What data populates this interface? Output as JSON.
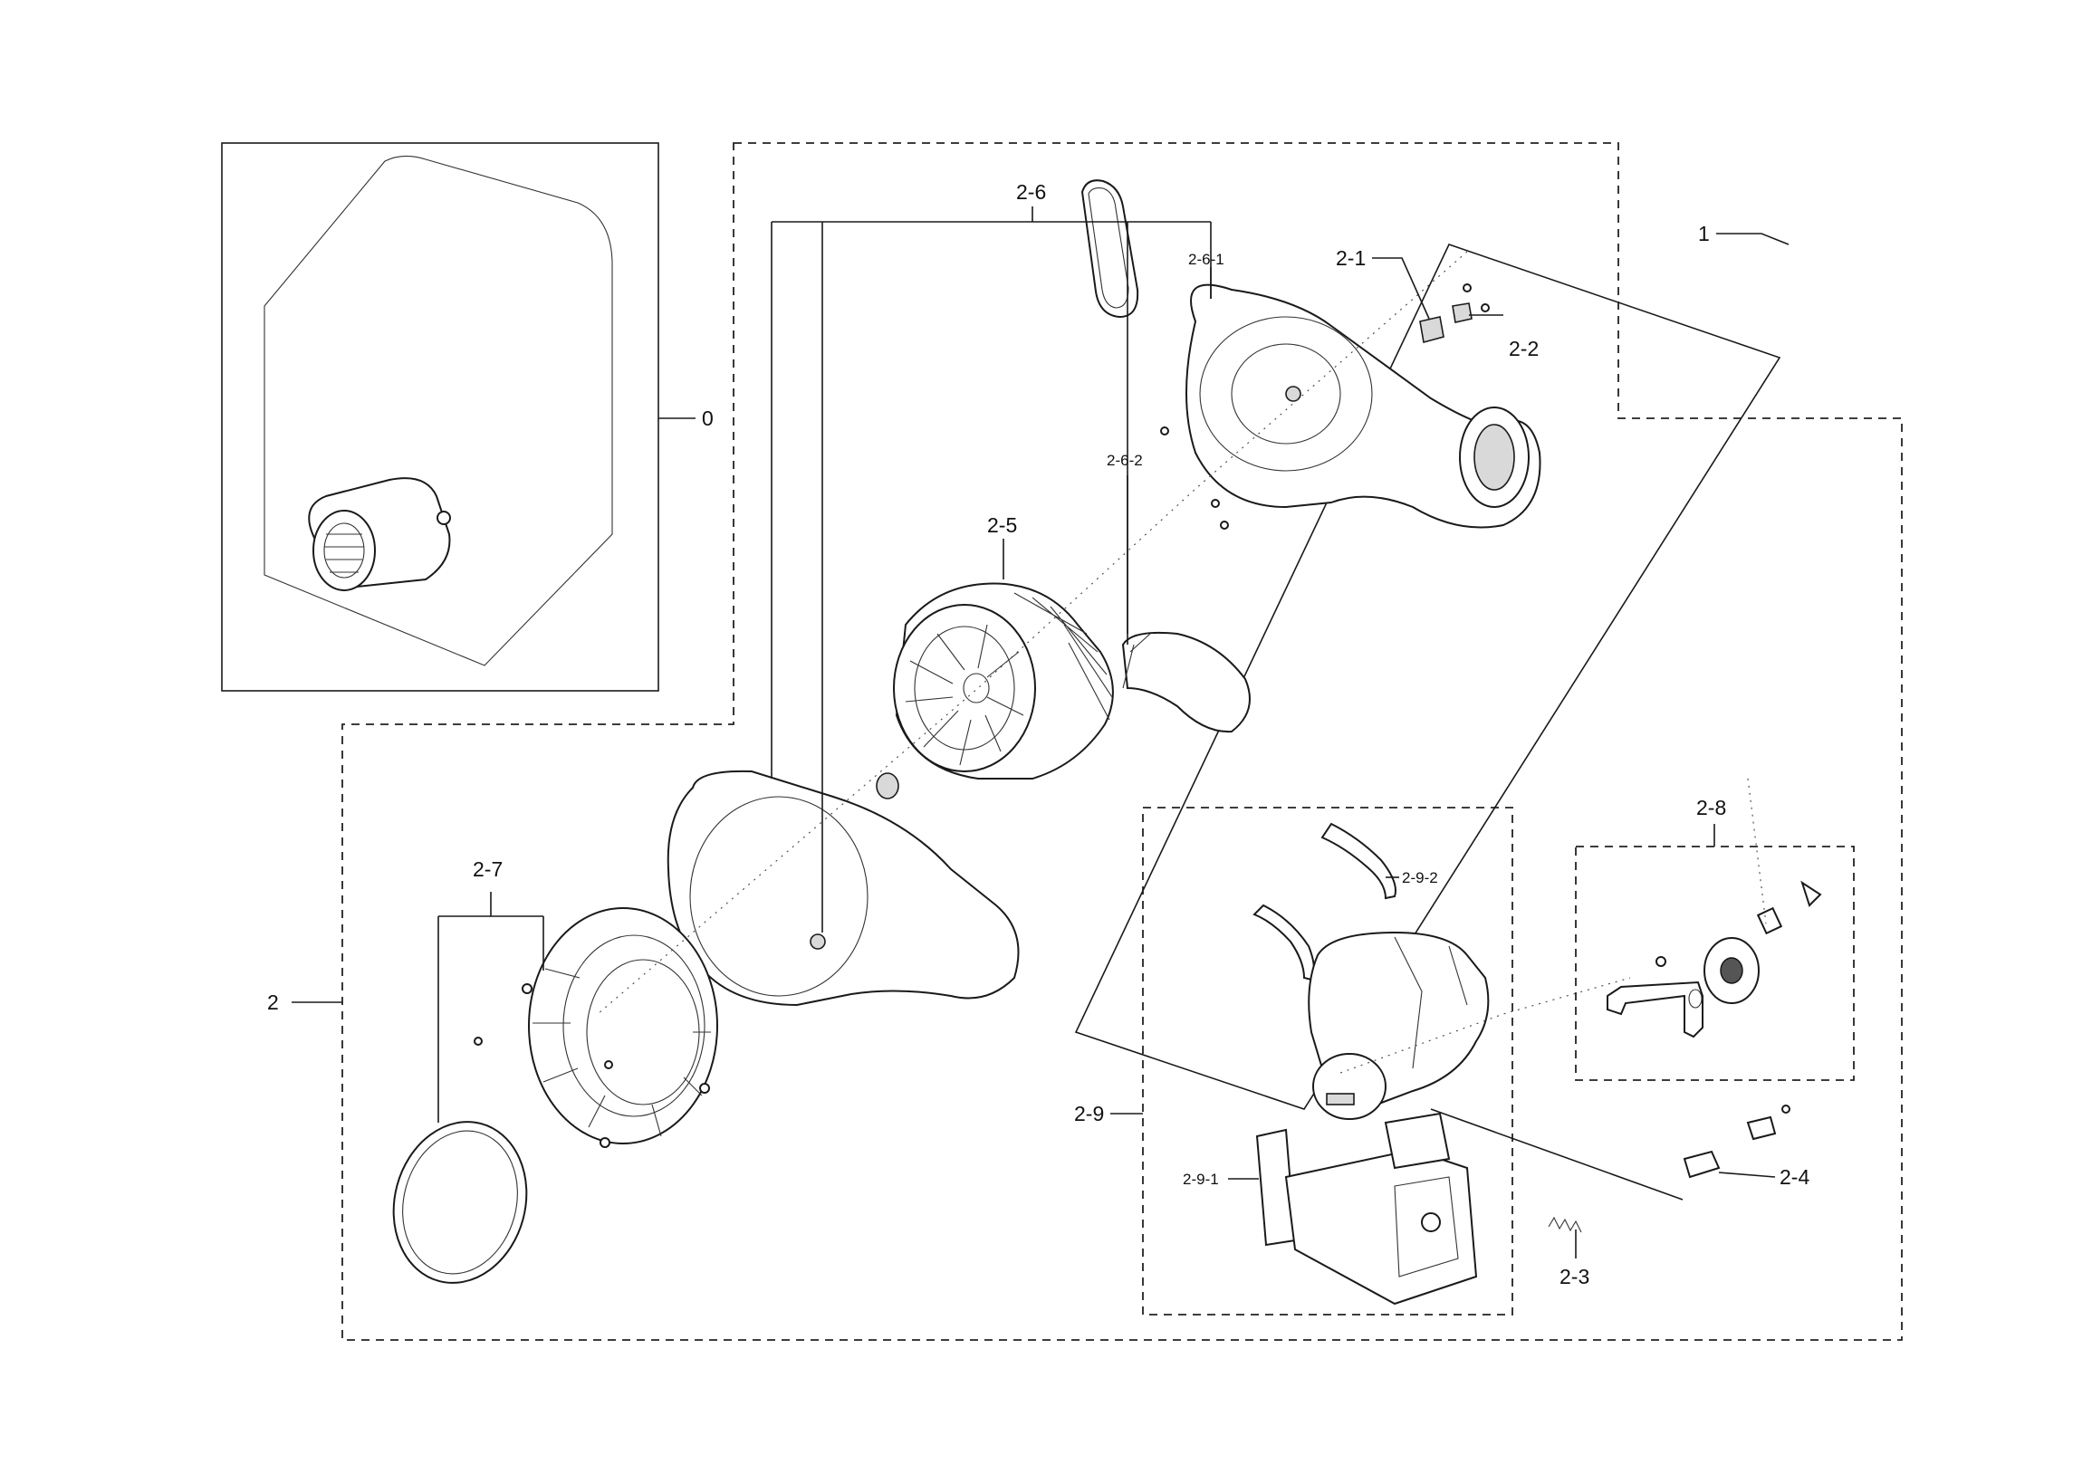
{
  "labels": {
    "l0": "0",
    "l1": "1",
    "l2": "2",
    "l2_1": "2-1",
    "l2_2": "2-2",
    "l2_3": "2-3",
    "l2_4": "2-4",
    "l2_5": "2-5",
    "l2_6": "2-6",
    "l2_6_1": "2-6-1",
    "l2_6_2": "2-6-2",
    "l2_7": "2-7",
    "l2_8": "2-8",
    "l2_9": "2-9",
    "l2_9_1": "2-9-1",
    "l2_9_2": "2-9-2"
  }
}
